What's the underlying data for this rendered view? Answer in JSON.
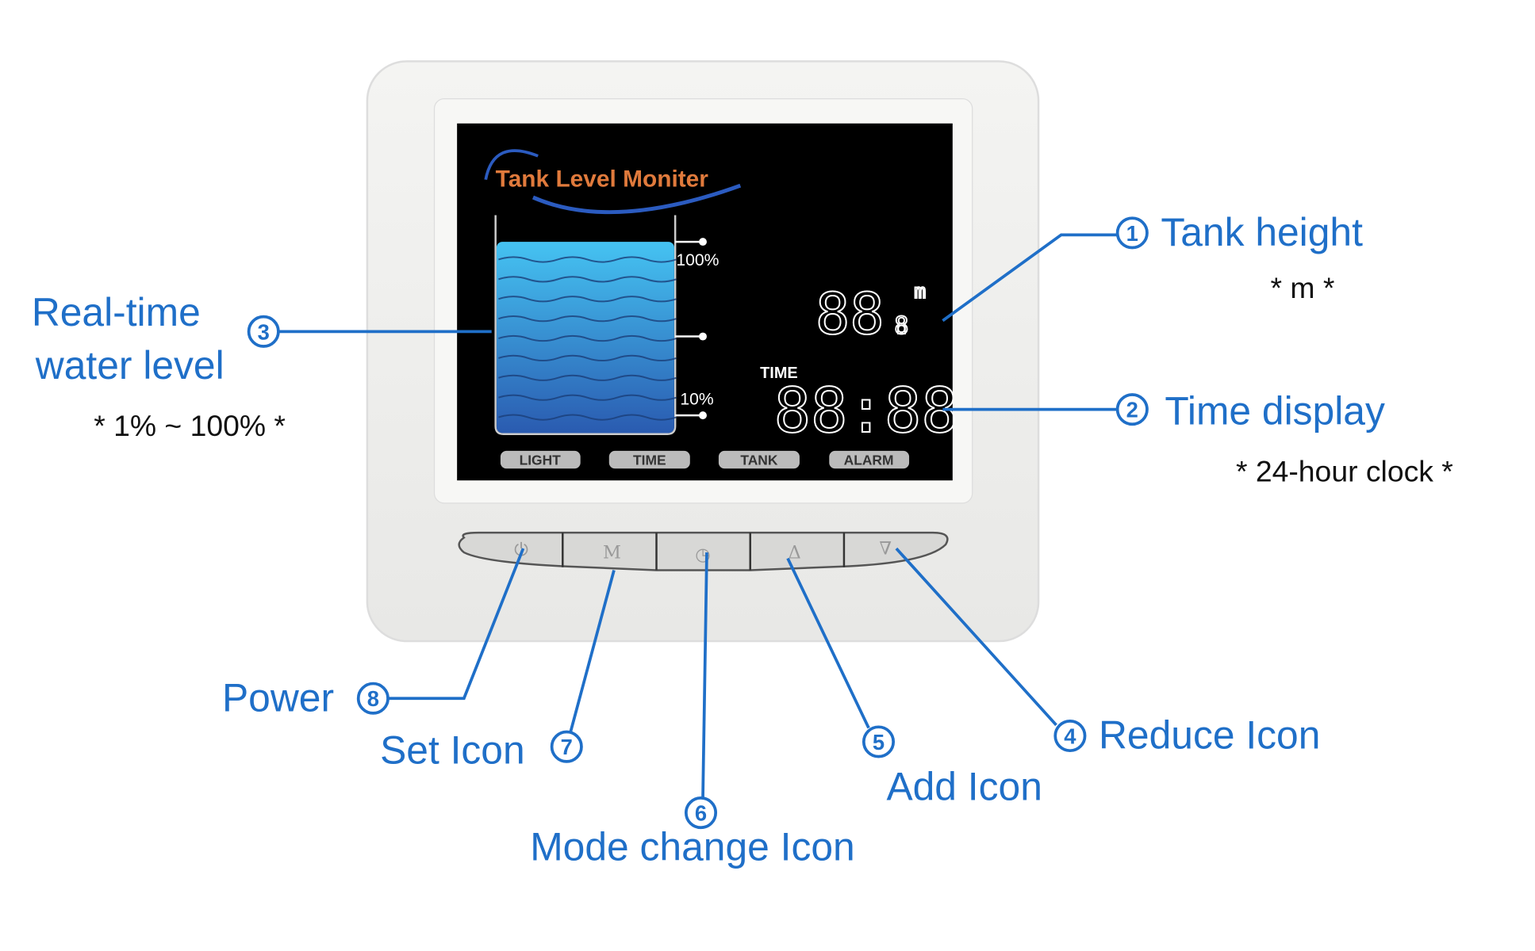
{
  "screen": {
    "title": "Tank Level Moniter",
    "level_high": "100%",
    "level_low": "10%",
    "height_value": "88.",
    "height_decimal": "8",
    "height_unit": "m",
    "time_label": "TIME",
    "time_value": "88:88",
    "badges": [
      "LIGHT",
      "TIME",
      "TANK",
      "ALARM"
    ]
  },
  "buttons": [
    {
      "name": "power",
      "glyph": "⏻"
    },
    {
      "name": "set",
      "glyph": "M"
    },
    {
      "name": "mode",
      "glyph": "◷"
    },
    {
      "name": "add",
      "glyph": "Δ"
    },
    {
      "name": "reduce",
      "glyph": "∇"
    }
  ],
  "callouts": {
    "tank_height": {
      "num": "1",
      "label": "Tank height",
      "note": "* m *"
    },
    "time_display": {
      "num": "2",
      "label": "Time display",
      "note": "* 24-hour clock *"
    },
    "water_level": {
      "num": "3",
      "label_line1": "Real-time",
      "label_line2": "water level",
      "note": "* 1% ~ 100% *"
    },
    "reduce": {
      "num": "4",
      "label": "Reduce Icon"
    },
    "add": {
      "num": "5",
      "label": "Add Icon"
    },
    "mode": {
      "num": "6",
      "label": "Mode change Icon"
    },
    "set": {
      "num": "7",
      "label": "Set Icon"
    },
    "power": {
      "num": "8",
      "label": "Power"
    }
  },
  "colors": {
    "accent": "#1f6fc8",
    "title": "#e07a3c"
  }
}
